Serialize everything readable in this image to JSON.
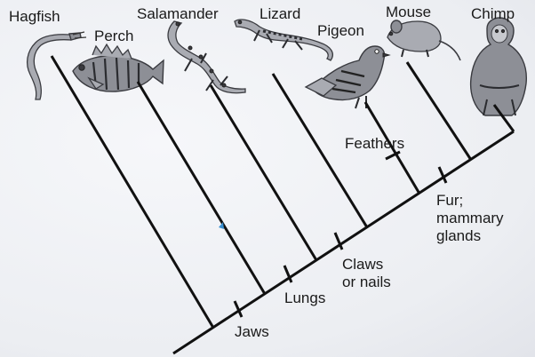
{
  "taxa": [
    "Hagfish",
    "Perch",
    "Salamander",
    "Lizard",
    "Pigeon",
    "Mouse",
    "Chimp"
  ],
  "traits": {
    "jaws": "Jaws",
    "lungs": "Lungs",
    "claws_line1": "Claws",
    "claws_line2": "or nails",
    "feathers": "Feathers",
    "fur_line1": "Fur;",
    "fur_line2": "mammary",
    "fur_line3": "glands"
  },
  "colors": {
    "line": "#111111",
    "background": "#eef0f4",
    "marker": "#3a8fd0"
  }
}
